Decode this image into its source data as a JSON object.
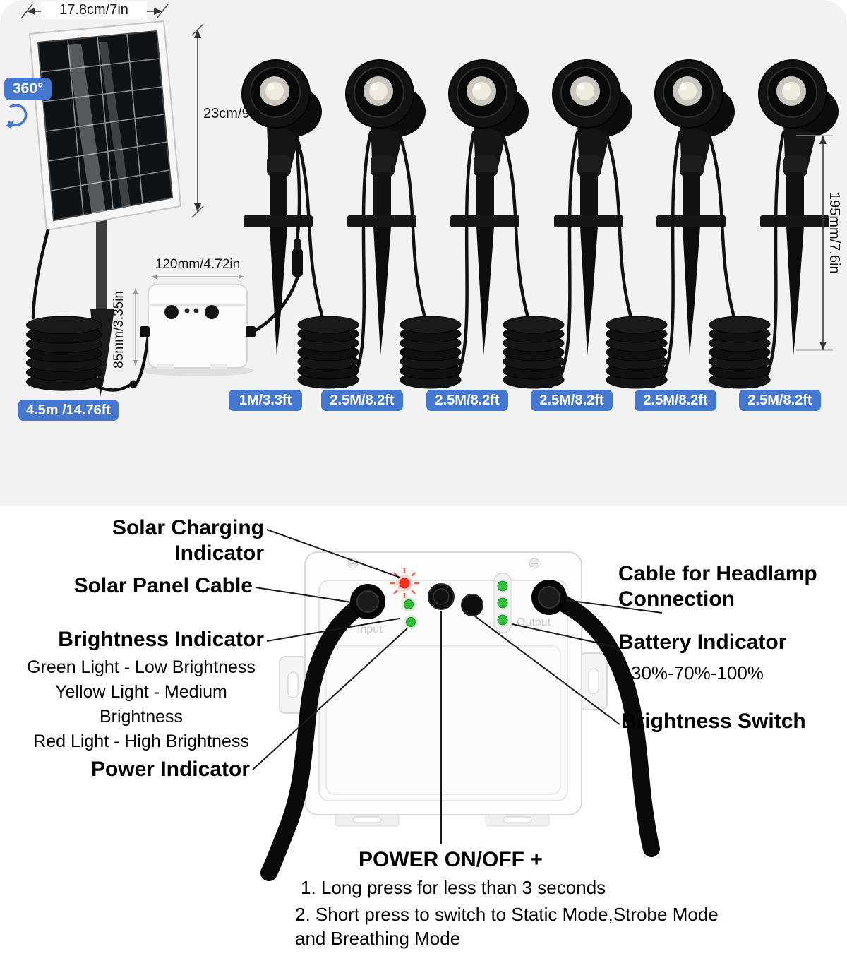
{
  "colors": {
    "badge_blue": "#4577d0",
    "panel_gray": "#f2f2f3",
    "led_green": "#2fbe37",
    "led_red": "#ff2d1e"
  },
  "top_diagram": {
    "panel_width": "17.8cm/7in",
    "panel_height": "23cm/9in",
    "rotation_badge": "360°",
    "control_box_width": "120mm/4.72in",
    "control_box_height": "85mm/3.35in",
    "solar_cable_length": "4.5m /14.76ft",
    "spotlight_height": "195mm/7.6in",
    "cable_lengths": [
      "1M/3.3ft",
      "2.5M/8.2ft",
      "2.5M/8.2ft",
      "2.5M/8.2ft",
      "2.5M/8.2ft",
      "2.5M/8.2ft"
    ]
  },
  "control_box_diagram": {
    "left_labels": {
      "solar_charging_indicator": "Solar Charging Indicator",
      "solar_panel_cable": "Solar Panel Cable",
      "brightness_indicator": "Brightness Indicator",
      "brightness_detail": [
        "Green Light - Low Brightness",
        "Yellow Light - Medium Brightness",
        "Red Light - High Brightness"
      ],
      "power_indicator": "Power Indicator"
    },
    "right_labels": {
      "headlamp_cable": "Cable for Headlamp\nConnection",
      "battery_indicator": "Battery Indicator",
      "battery_levels": "30%-70%-100%",
      "brightness_switch": "Brightness Switch"
    },
    "power_instructions": {
      "title": "POWER ON/OFF +",
      "step1": "1. Long press for less than 3 seconds",
      "step2": "2. Short press to switch to Static Mode,Strobe Mode\nand Breathing Mode"
    },
    "port_labels": {
      "input": "Input",
      "output": "Output"
    }
  }
}
